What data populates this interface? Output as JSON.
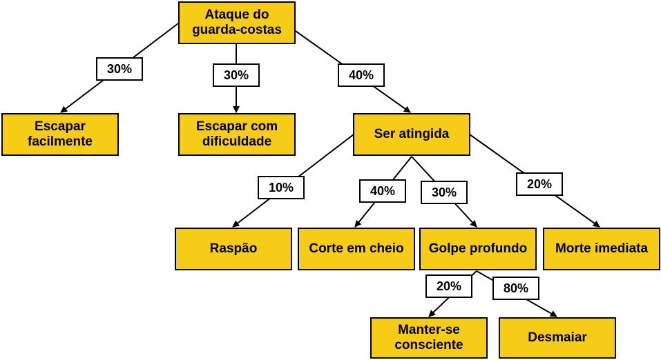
{
  "colors": {
    "node_fill": "#f7cc17",
    "stroke": "#000000",
    "label_fill": "#ffffff"
  },
  "nodes": {
    "root": "Ataque do\nguarda-costas",
    "escape_easy": "Escapar\nfacilmente",
    "escape_hard": "Escapar com\ndificuldade",
    "hit": "Ser atingida",
    "scratch": "Raspão",
    "full_cut": "Corte em cheio",
    "deep_blow": "Golpe profundo",
    "instant_death": "Morte imediata",
    "stay_conscious": "Manter-se\nconsciente",
    "faint": "Desmaiar"
  },
  "probabilities": {
    "root_escape_easy": "30%",
    "root_escape_hard": "30%",
    "root_hit": "40%",
    "hit_scratch": "10%",
    "hit_full_cut": "40%",
    "hit_deep_blow": "30%",
    "hit_instant_death": "20%",
    "deep_stay_conscious": "20%",
    "deep_faint": "80%"
  }
}
